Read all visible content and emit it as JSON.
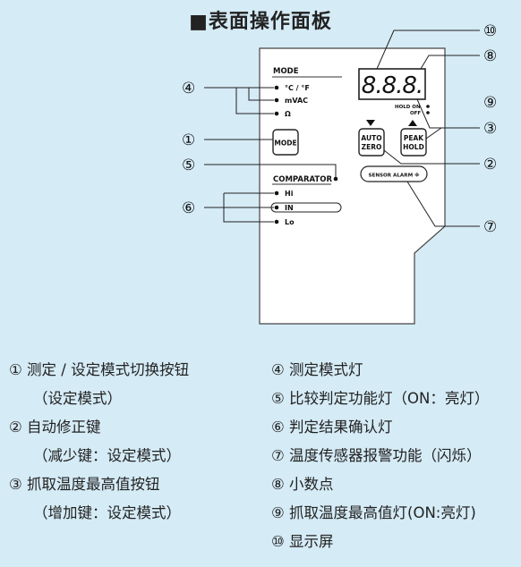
{
  "title": "■表面操作面板",
  "panel": {
    "display_value": "8.8.8.",
    "mode_header": "MODE",
    "mode_items": [
      "°C / °F",
      "mVAC",
      "Ω"
    ],
    "mode_button": "MODE",
    "comparator_header": "COMPARATOR",
    "comparator_items": [
      "Hi",
      "IN",
      "Lo"
    ],
    "auto_zero_line1": "AUTO",
    "auto_zero_line2": "ZERO",
    "peak_hold_line1": "PEAK",
    "peak_hold_line2": "HOLD",
    "hold_on": "HOLD ON",
    "hold_off": "OFF",
    "sensor_alarm": "SENSOR ALARM ※"
  },
  "callouts": {
    "c1": "①",
    "c2": "②",
    "c3": "③",
    "c4": "④",
    "c5": "⑤",
    "c6": "⑥",
    "c7": "⑦",
    "c8": "⑧",
    "c9": "⑨",
    "c10": "⑩"
  },
  "legend_left": [
    "① 测定 / 设定模式切换按钮",
    "（设定模式）",
    "② 自动修正键",
    "（减少键：设定模式）",
    "③ 抓取温度最高值按钮",
    "（增加键：设定模式）"
  ],
  "legend_right": [
    "④ 测定模式灯",
    "⑤ 比较判定功能灯（ON：亮灯）",
    "⑥ 判定结果确认灯",
    "⑦ 温度传感器报警功能（闪烁）",
    "⑧ 小数点",
    "⑨ 抓取温度最高值灯(ON:亮灯)",
    "⑩ 显示屏"
  ],
  "colors": {
    "background": "#d5ebf6",
    "panel": "#ffffff",
    "line": "#222222"
  }
}
